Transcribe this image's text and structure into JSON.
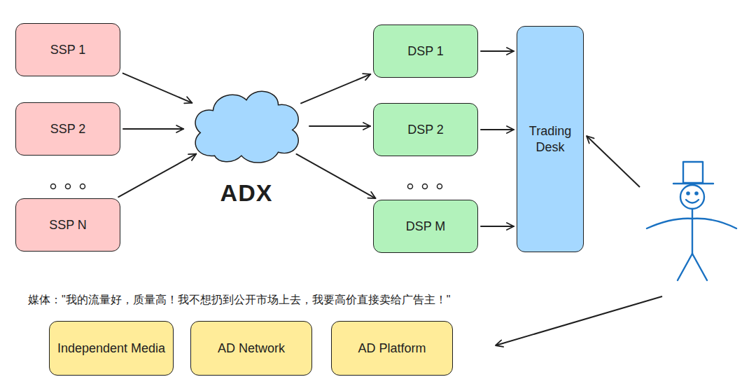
{
  "diagram": {
    "nodes": [
      {
        "text": [
          "SSP 1"
        ]
      },
      {
        "text": [
          "SSP 2"
        ]
      },
      {
        "text": [
          "SSP N"
        ]
      },
      {
        "text": [
          "ADX"
        ]
      },
      {
        "text": [
          "DSP 1"
        ]
      },
      {
        "text": [
          "DSP 2"
        ]
      },
      {
        "text": [
          "DSP M"
        ]
      },
      {
        "text": [
          "Trading Desk"
        ]
      },
      {
        "text": [
          "Independent Media"
        ]
      },
      {
        "text": [
          "AD Network"
        ]
      },
      {
        "text": [
          "AD Platform"
        ]
      }
    ],
    "edges": [
      {
        "from": 0,
        "to": 3,
        "arrow": "to"
      },
      {
        "from": 1,
        "to": 3,
        "arrow": "to"
      },
      {
        "from": 2,
        "to": 3,
        "arrow": "to"
      },
      {
        "from": 3,
        "to": 4,
        "arrow": "to"
      },
      {
        "from": 3,
        "to": 5,
        "arrow": "to"
      },
      {
        "from": 3,
        "to": 6,
        "arrow": "to"
      },
      {
        "from": 4,
        "to": 7,
        "arrow": "to"
      },
      {
        "from": 5,
        "to": 7,
        "arrow": "to"
      },
      {
        "from": 6,
        "to": 7,
        "arrow": "to"
      }
    ],
    "labels": [
      "媒体：\"我的流量好，质量高！我不想扔到公开市场上去，我要高价直接卖给广告主！\""
    ]
  }
}
